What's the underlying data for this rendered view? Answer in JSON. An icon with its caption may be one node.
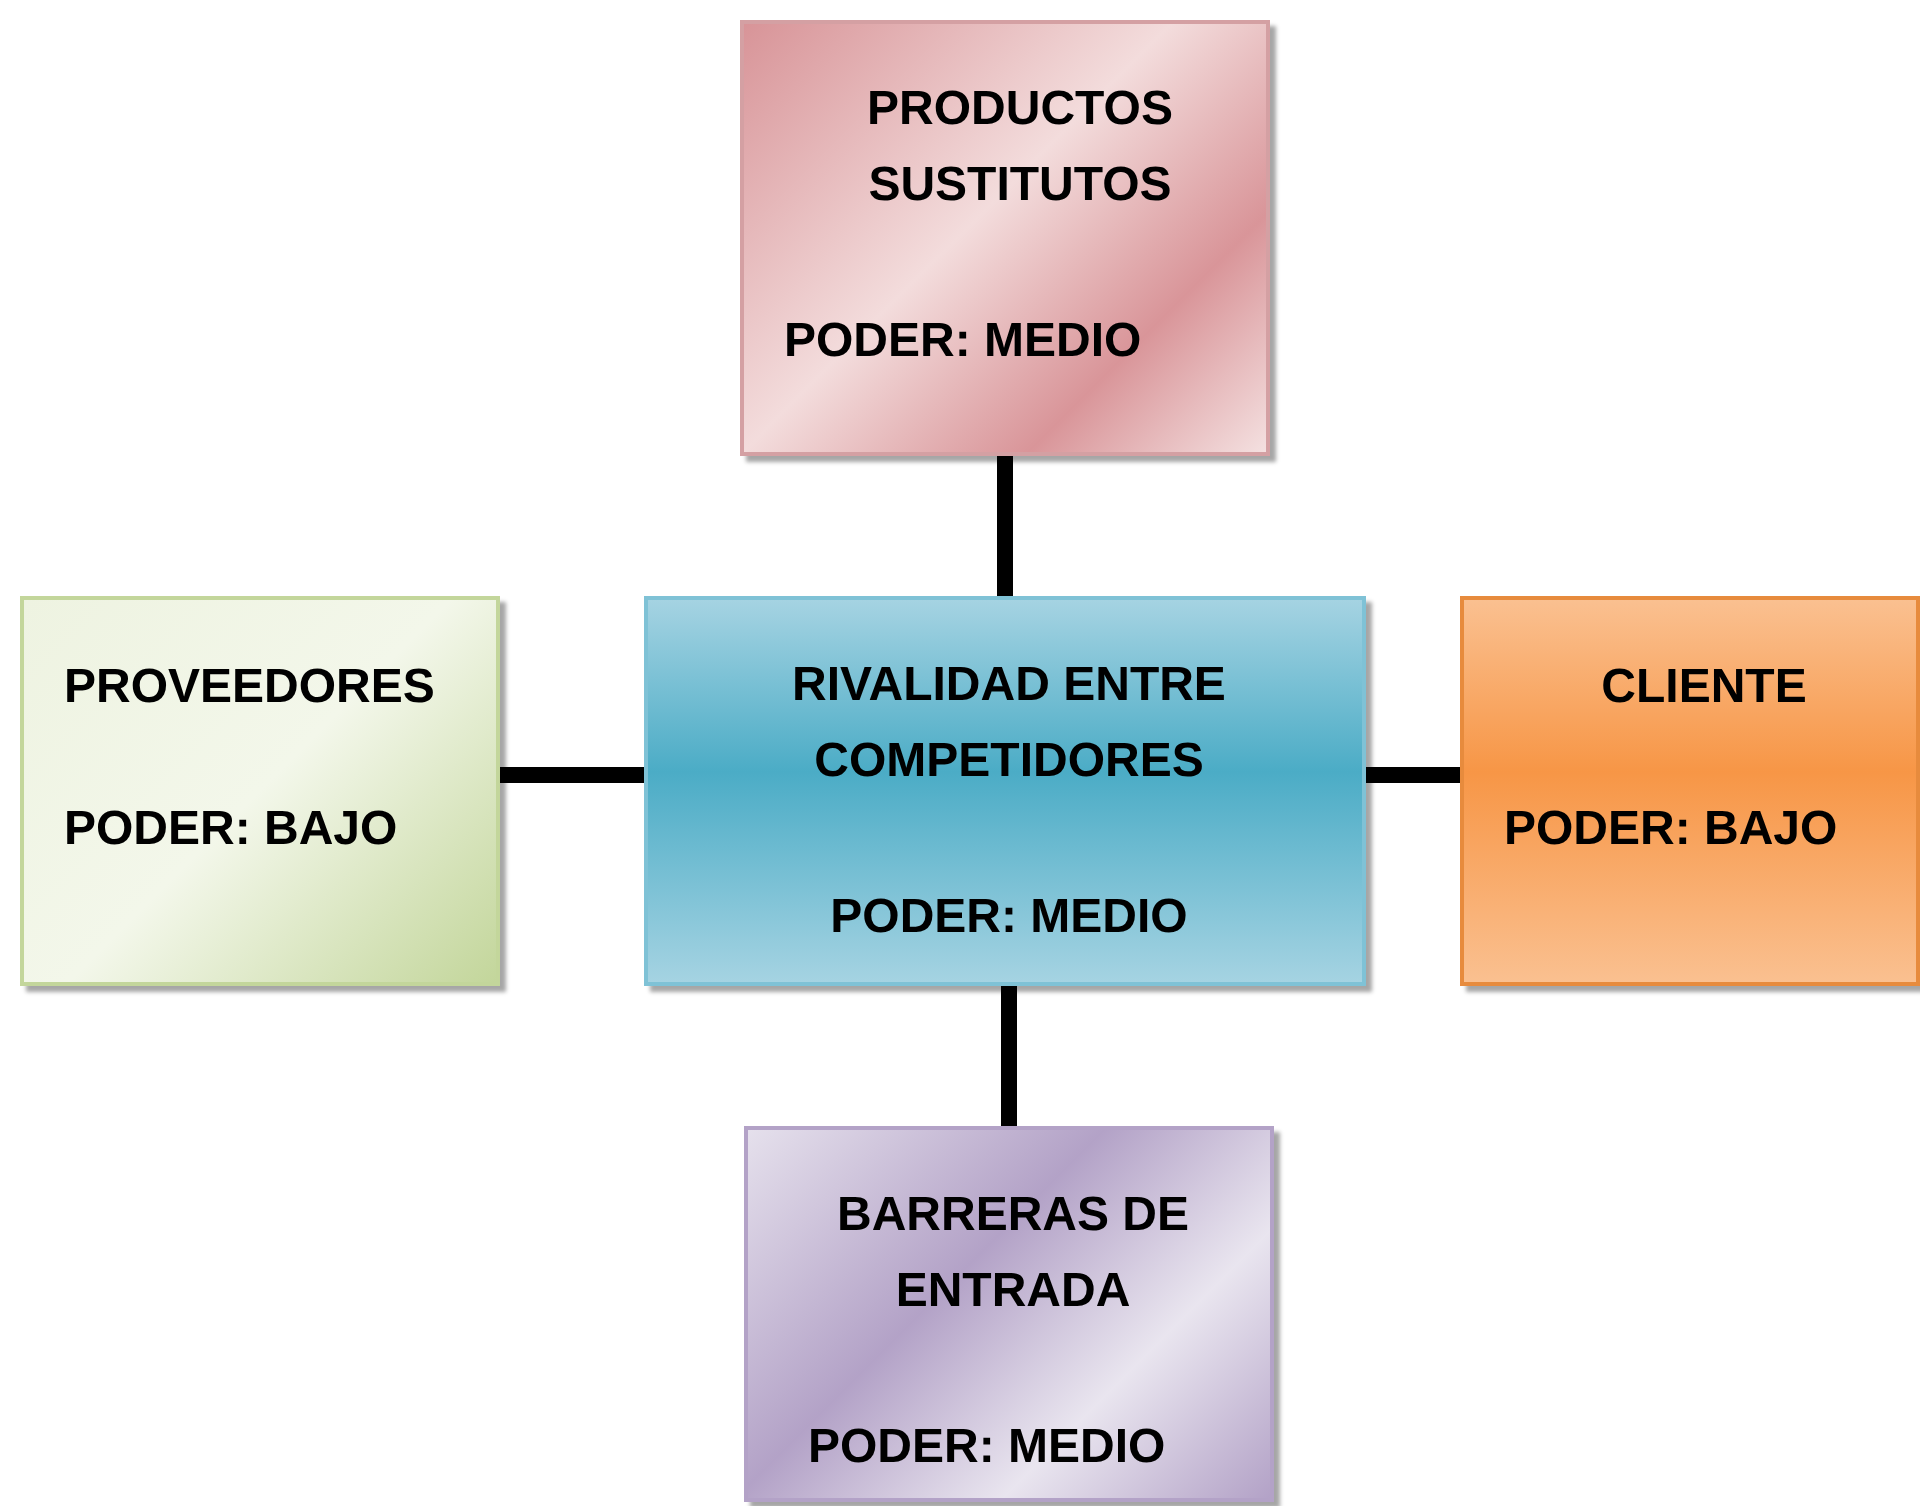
{
  "diagram": {
    "nodes": [
      {
        "text": [
          "PRODUCTOS SUSTITUTOS",
          "PODER: MEDIO"
        ]
      },
      {
        "text": [
          "PROVEEDORES",
          "PODER: BAJO"
        ]
      },
      {
        "text": [
          "RIVALIDAD ENTRE COMPETIDORES",
          "PODER: MEDIO"
        ]
      },
      {
        "text": [
          "CLIENTE",
          "PODER: BAJO"
        ]
      },
      {
        "text": [
          "BARRERAS DE ENTRADA",
          "PODER: MEDIO"
        ]
      }
    ],
    "edges": [
      {
        "from": 2,
        "to": 0,
        "arrow": "none"
      },
      {
        "from": 1,
        "to": 2,
        "arrow": "none"
      },
      {
        "from": 2,
        "to": 3,
        "arrow": "none"
      },
      {
        "from": 2,
        "to": 4,
        "arrow": "none"
      }
    ]
  }
}
